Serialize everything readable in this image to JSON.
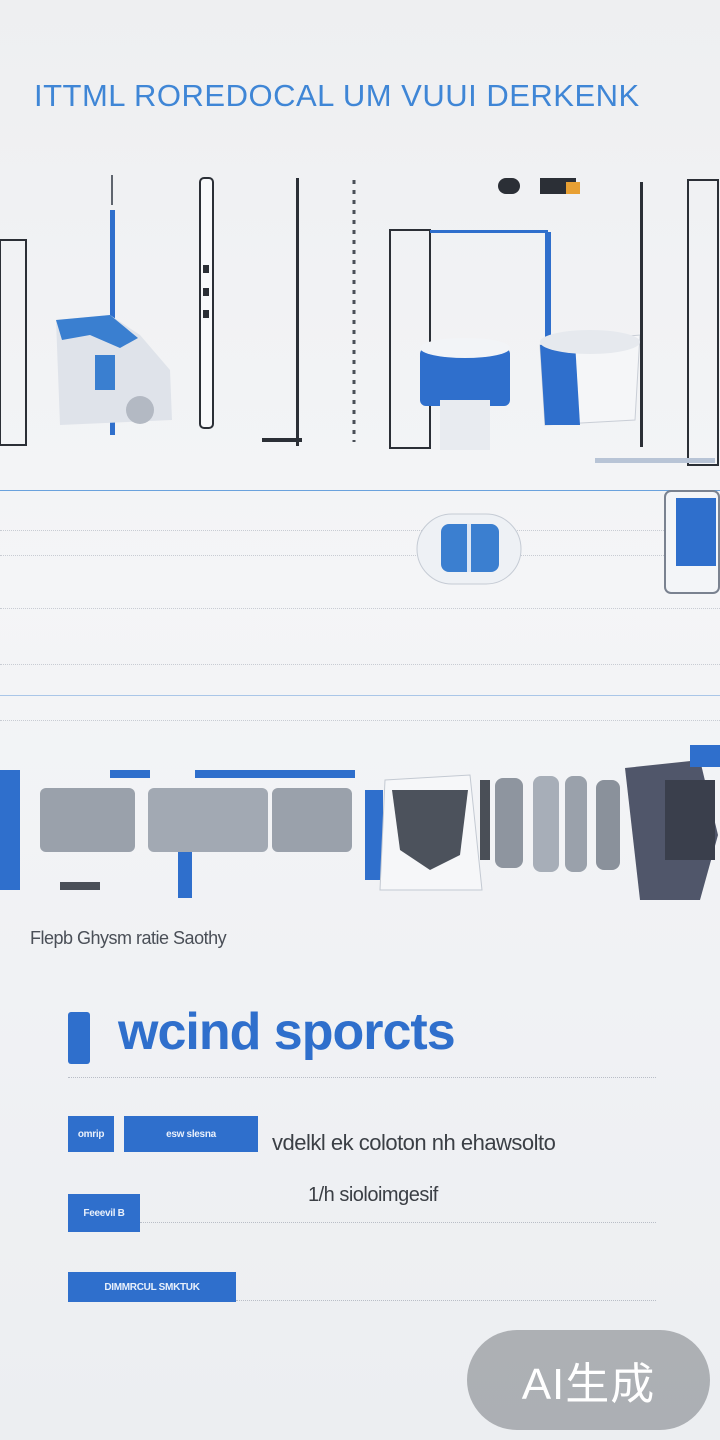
{
  "header": {
    "title": "ITTML ROREDOCAL UM VUUI DERKENK"
  },
  "gallery": {
    "caption": "Flepb Ghysm ratie Saothy"
  },
  "feature": {
    "headline": "wcind sporcts",
    "rows": [
      {
        "tags": [
          "omrip",
          "esw  slesna"
        ],
        "text": "vdelkl ek coloton nh ehawsolto"
      },
      {
        "tags": [
          "Feeevil  B"
        ],
        "text": "1/h sioloimgesif"
      },
      {
        "tags": [
          "DIMMRCUL SMKTUK"
        ],
        "text": ""
      }
    ]
  },
  "watermark": {
    "label": "AI生成"
  },
  "colors": {
    "accent": "#2f6fcc",
    "title": "#3f86d6",
    "text": "#3b3f45"
  }
}
